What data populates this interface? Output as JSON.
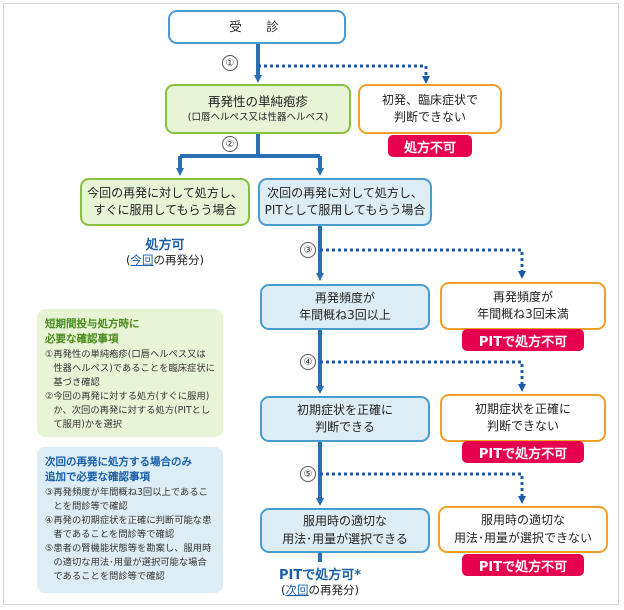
{
  "start": "受　診",
  "steps": [
    "①",
    "②",
    "③",
    "④",
    "⑤"
  ],
  "node_herpes": {
    "title": "再発性の単純疱疹",
    "subtitle": "(口唇ヘルペス又は性器ヘルペス)"
  },
  "node_first": {
    "line1": "初発、臨床症状で",
    "line2": "判断できない",
    "badge": "処方不可"
  },
  "node_now": {
    "line1": "今回の再発に対して処方し、",
    "line2": "すぐに服用してもらう場合"
  },
  "node_next": {
    "line1": "次回の再発に対して処方し、",
    "line2": "PITとして服用してもらう場合"
  },
  "outcome_now": {
    "title": "処方可",
    "paren_open": "(",
    "underlined": "今回",
    "rest": "の再発分)"
  },
  "node_freq_yes": {
    "line1": "再発頻度が",
    "line2": "年間概ね3回以上"
  },
  "node_freq_no": {
    "line1": "再発頻度が",
    "line2": "年間概ね3回未満",
    "badge": "PITで処方不可"
  },
  "node_symptom_yes": {
    "line1": "初期症状を正確に",
    "line2": "判断できる"
  },
  "node_symptom_no": {
    "line1": "初期症状を正確に",
    "line2": "判断できない",
    "badge": "PITで処方不可"
  },
  "node_dose_yes": {
    "line1": "服用時の適切な",
    "line2": "用法･用量が選択できる"
  },
  "node_dose_no": {
    "line1": "服用時の適切な",
    "line2": "用法･用量が選択できない",
    "badge": "PITで処方不可"
  },
  "outcome_pit": {
    "title": "PITで処方可*",
    "paren_open": "(",
    "underlined": "次回",
    "rest": "の再発分)"
  },
  "note1": {
    "title_line1": "短期間投与処方時に",
    "title_line2": "必要な確認事項",
    "items": [
      {
        "mark": "①",
        "text": "再発性の単純疱疹(口唇ヘルペス又は性器ヘルペス)であることを臨床症状に基づき確認"
      },
      {
        "mark": "②",
        "text": "今回の再発に対する処方(すぐに服用)か、次回の再発に対する処方(PITとして服用)かを選択"
      }
    ]
  },
  "note2": {
    "title_line1": "次回の再発に処方する場合のみ",
    "title_line2": "追加で必要な確認事項",
    "items": [
      {
        "mark": "③",
        "text": "再発頻度が年間概ね3回以上であることを問診等で確認"
      },
      {
        "mark": "④",
        "text": "再発の初期症状を正確に判断可能な患者であることを問診等で確認"
      },
      {
        "mark": "⑤",
        "text": "患者の腎機能状態等を勘案し、服用時の適切な用法･用量が選択可能な場合であることを問診等で確認"
      }
    ]
  },
  "colors": {
    "blue_line": "#2a6fb4",
    "dotted_line": "#1f5aa6",
    "badge": "#e6004d",
    "outcome": "#1a5fa8"
  }
}
